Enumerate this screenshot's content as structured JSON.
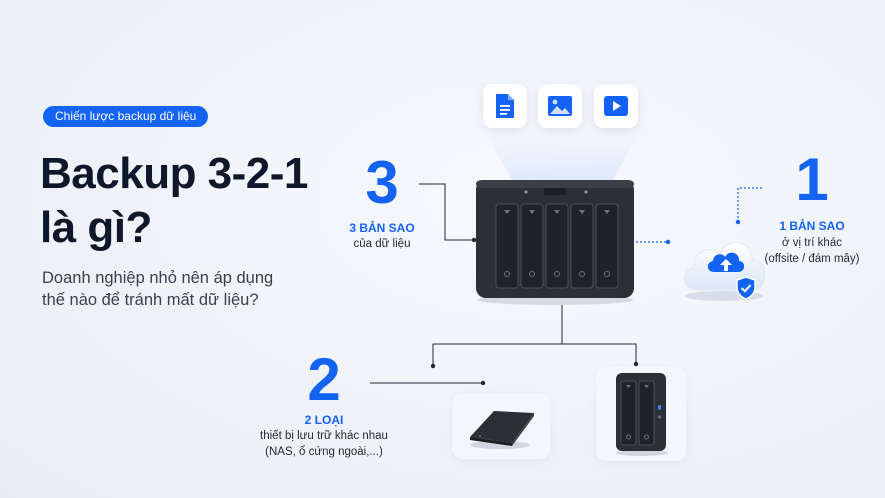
{
  "tag": "Chiến lược backup dữ liệu",
  "title": {
    "line1": "Backup 3-2-1",
    "line2": "là gì?"
  },
  "subtitle": {
    "line1": "Doanh nghiệp nhỏ nên áp dụng",
    "line2": "thế nào để tránh mất dữ liệu?"
  },
  "three": {
    "number": "3",
    "heading": "3 BẢN SAO",
    "desc": "của dữ liệu"
  },
  "one": {
    "number": "1",
    "heading": "1 BẢN SAO",
    "desc1": "ở vị trí khác",
    "desc2": "(offsite / đám mây)"
  },
  "two": {
    "number": "2",
    "heading": "2 LOẠI",
    "desc1": "thiết bị lưu trữ khác nhau",
    "desc2": "(NAS, ổ cứng ngoài,...)"
  },
  "colors": {
    "accent": "#1463f3",
    "nas": "#2b2f36"
  },
  "icons": [
    "document-icon",
    "image-icon",
    "video-icon",
    "nas-5bay-icon",
    "cloud-upload-icon",
    "shield-check-icon",
    "external-drive-icon",
    "nas-2bay-icon"
  ]
}
